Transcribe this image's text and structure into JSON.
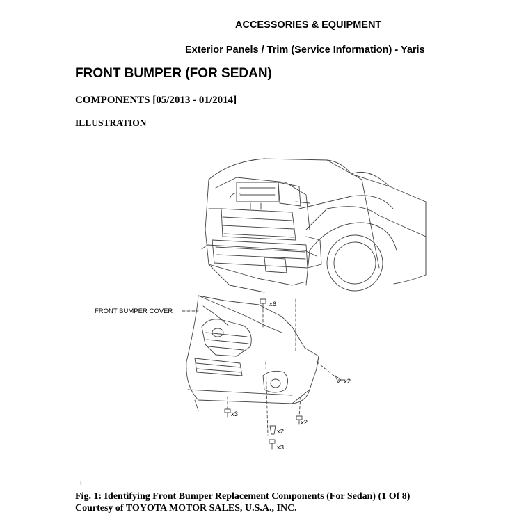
{
  "header": {
    "section": "ACCESSORIES & EQUIPMENT",
    "breadcrumb": "Exterior Panels / Trim (Service Information) - Yaris"
  },
  "page": {
    "title": "FRONT BUMPER (FOR SEDAN)",
    "subheading": "COMPONENTS [05/2013 - 01/2014]",
    "illustration_label": "ILLUSTRATION"
  },
  "diagram": {
    "part_label": "FRONT BUMPER COVER",
    "fasteners": {
      "top_clips": "x6",
      "side_screw": "x2",
      "lower_left": "x3",
      "lower_right": "x2",
      "center_clip": "x2",
      "center_bolt": "x3"
    }
  },
  "footer": {
    "marker": "T",
    "figure_caption": "Fig. 1: Identifying Front Bumper Replacement Components (For Sedan) (1 Of 8)",
    "courtesy": "Courtesy of TOYOTA MOTOR SALES, U.S.A., INC."
  }
}
